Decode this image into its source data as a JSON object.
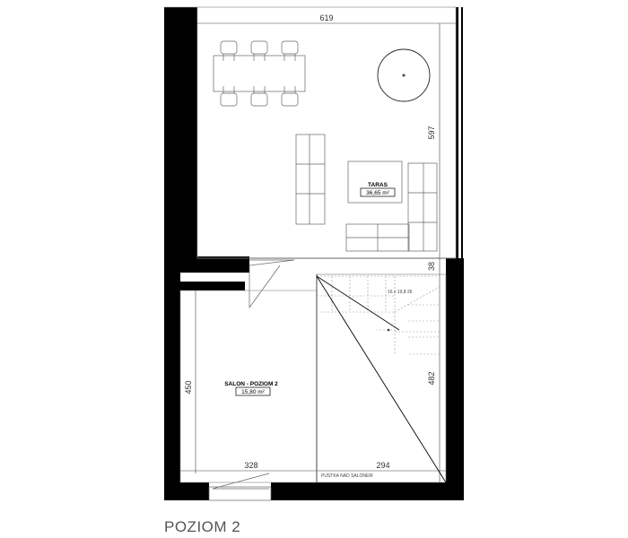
{
  "plan": {
    "level_title": "POZIOM 2",
    "rooms": {
      "terrace": {
        "name": "TARAS",
        "area": "36,65 m²"
      },
      "salon": {
        "name": "SALON - POZIOM 2",
        "area": "15,80 m²"
      }
    },
    "dimensions": {
      "terrace_width": "619",
      "terrace_depth": "597",
      "small_gap": "38",
      "salon_height": "450",
      "void_height": "482",
      "salon_width": "328",
      "void_width": "294"
    },
    "annotations": {
      "stairs": "16 x 19,8 26",
      "void_note": "PUSTKA NAD SALONEM"
    }
  }
}
